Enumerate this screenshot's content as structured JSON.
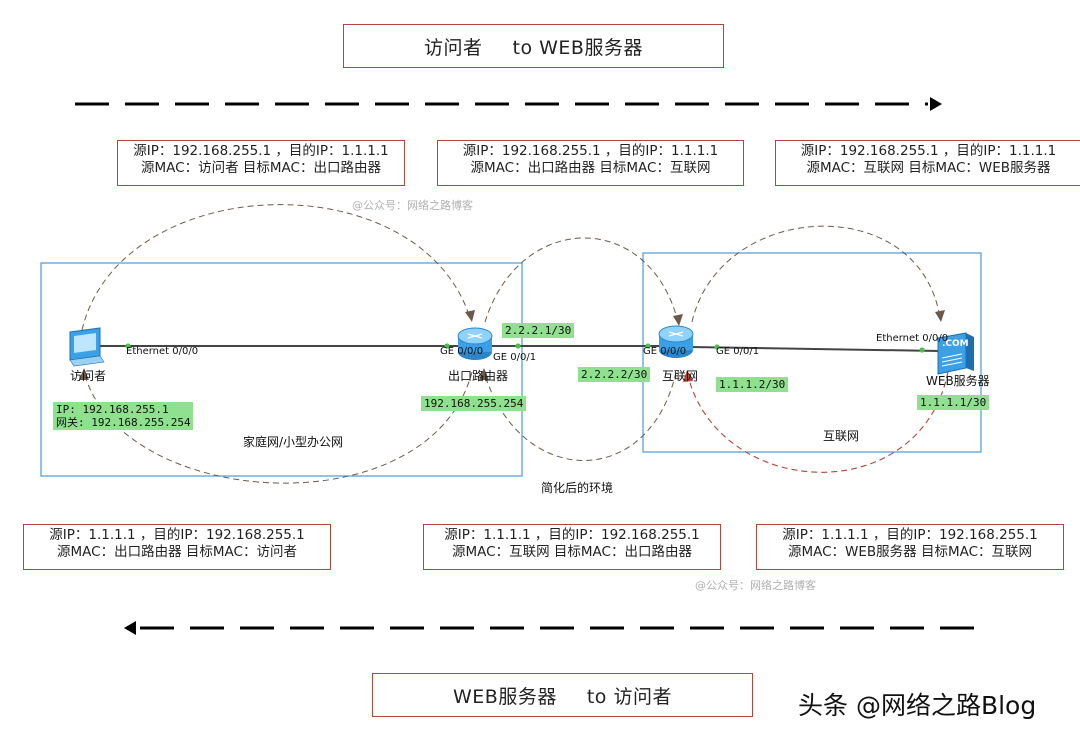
{
  "titles": {
    "top_left": "访问者",
    "top_right": "to  WEB服务器",
    "bottom_left": "WEB服务器",
    "bottom_right": "to  访问者"
  },
  "top_boxes": [
    {
      "line1": "源IP：192.168.255.1 ，目的IP：1.1.1.1",
      "line2": "源MAC：访问者  目标MAC：出口路由器"
    },
    {
      "line1": "源IP：192.168.255.1 ，目的IP：1.1.1.1",
      "line2": "源MAC：出口路由器  目标MAC：互联网"
    },
    {
      "line1": "源IP：192.168.255.1 ，目的IP：1.1.1.1",
      "line2": "源MAC：互联网  目标MAC：WEB服务器"
    }
  ],
  "bottom_boxes": [
    {
      "line1": "源IP：1.1.1.1 ，目的IP：192.168.255.1",
      "line2": "源MAC：出口路由器  目标MAC：访问者"
    },
    {
      "line1": "源IP：1.1.1.1 ，目的IP：192.168.255.1",
      "line2": "源MAC：互联网  目标MAC：出口路由器"
    },
    {
      "line1": "源IP：1.1.1.1 ，目的IP：192.168.255.1",
      "line2": "源MAC：WEB服务器  目标MAC：互联网"
    }
  ],
  "watermarks": {
    "top": "@公众号：网络之路博客",
    "bottom": "@公众号：网络之路博客"
  },
  "nodes": {
    "visitor": "访问者",
    "exit_router": "出口路由器",
    "internet": "互联网",
    "web_server": "WEB服务器",
    "server_badge": ".COM"
  },
  "ports": {
    "visitor_eth": "Ethernet 0/0/0",
    "router_ge000": "GE 0/0/0",
    "router_ge001": "GE 0/0/1",
    "internet_ge000": "GE 0/0/0",
    "internet_ge001": "GE 0/0/1",
    "server_eth": "Ethernet 0/0/0"
  },
  "addresses": {
    "visitor_ip": "IP: 192.168.255.1",
    "visitor_gw": "网关: 192.168.255.254",
    "router_lan": "192.168.255.254",
    "router_wan": "2.2.2.1/30",
    "internet_left": "2.2.2.2/30",
    "internet_right": "1.1.1.2/30",
    "server_ip": "1.1.1.1/30"
  },
  "areas": {
    "home": "家庭网/小型办公网",
    "internet": "互联网",
    "simplified": "简化后的环境"
  },
  "brand": "头条 @网络之路Blog",
  "colors": {
    "box_border": "#b5463f",
    "area_border": "#4a9ad6",
    "label_bg": "#8fe08f",
    "arc_dark": "#6b5a4a",
    "arc_red": "#b0463a"
  }
}
